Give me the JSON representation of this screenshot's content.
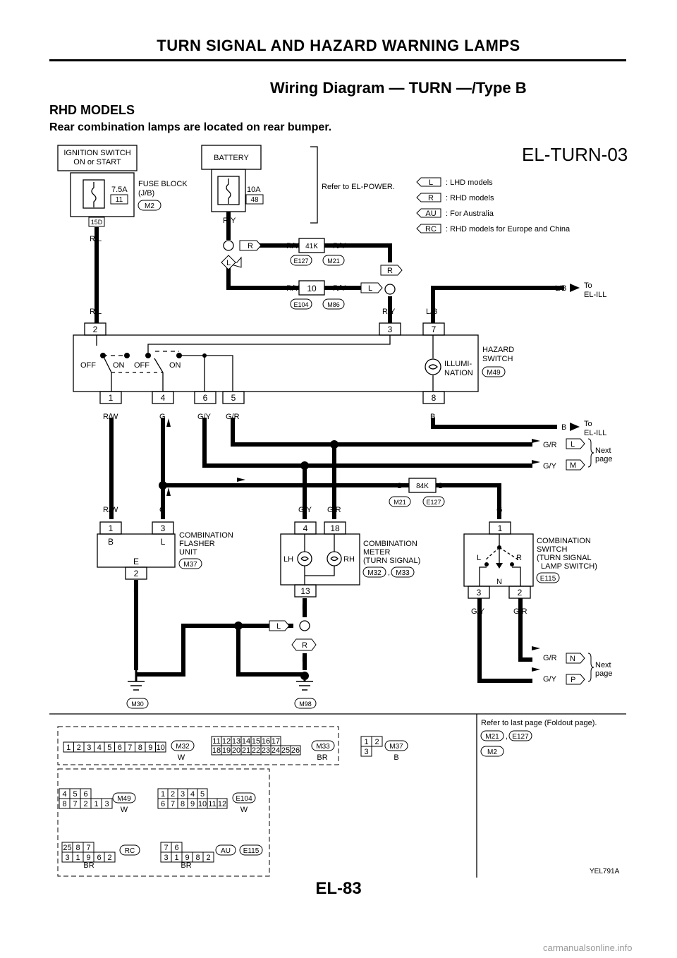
{
  "header": {
    "title": "TURN SIGNAL AND HAZARD WARNING LAMPS",
    "page": "EL-83",
    "watermark": "carmanualsonline.info"
  },
  "diagram": {
    "title": "Wiring Diagram — TURN —/Type B",
    "section": "RHD MODELS",
    "note": "Rear combination lamps are located on rear bumper.",
    "code": "EL-TURN-03",
    "figure_id": "YEL791A",
    "refer_power": "Refer to EL-POWER.",
    "legend": [
      {
        "tag": "L",
        "text": ": LHD models"
      },
      {
        "tag": "R",
        "text": ": RHD models"
      },
      {
        "tag": "AU",
        "text": ": For Australia"
      },
      {
        "tag": "RC",
        "text": ": RHD models for Europe and China"
      }
    ],
    "ignition": {
      "line1": "IGNITION SWITCH",
      "line2": "ON or START"
    },
    "battery": "BATTERY",
    "fuse1": {
      "amp": "7.5A",
      "no": "11",
      "conn": "15D"
    },
    "fuse2": {
      "amp": "10A",
      "no": "48"
    },
    "fuse_block": {
      "line1": "FUSE BLOCK",
      "line2": "(J/B)",
      "conn": "M2"
    },
    "hazard": {
      "line1": "HAZARD",
      "line2": "SWITCH",
      "conn": "M49",
      "illum1": "ILLUMI-",
      "illum2": "NATION",
      "sw": [
        "OFF",
        "ON",
        "OFF",
        "ON"
      ],
      "pins_top": [
        "2",
        "3",
        "7"
      ],
      "pins_bottom": [
        "1",
        "4",
        "6",
        "5",
        "8"
      ]
    },
    "wires": {
      "RL": "R/L",
      "RY": "R/Y",
      "LB": "L/B",
      "RW": "R/W",
      "G": "G",
      "GY": "G/Y",
      "GR": "G/R",
      "B": "B"
    },
    "tags": {
      "R": "R",
      "L": "L",
      "N": "N",
      "M": "M",
      "P": "P"
    },
    "connectors": {
      "k41": "41K",
      "k10": "10",
      "k84": "84K",
      "E127": "E127",
      "M21": "M21",
      "E104": "E104",
      "M86": "M86",
      "M30": "M30",
      "M98": "M98"
    },
    "to_ill": {
      "to": "To",
      "dest": "EL-ILL"
    },
    "next": {
      "line1": "Next",
      "line2": "page"
    },
    "flasher": {
      "line1": "COMBINATION",
      "line2": "FLASHER",
      "line3": "UNIT",
      "conn": "M37",
      "pins": [
        "1",
        "3",
        "2"
      ],
      "B": "B",
      "L": "L",
      "E": "E"
    },
    "meter": {
      "line1": "COMBINATION",
      "line2": "METER",
      "line3": "(TURN SIGNAL)",
      "conn1": "M32",
      "conn2": "M33",
      "pins": [
        "4",
        "18",
        "13"
      ],
      "LH": "LH",
      "RH": "RH"
    },
    "comb_switch": {
      "line1": "COMBINATION",
      "line2": "SWITCH",
      "line3": "(TURN SIGNAL",
      "line4": "LAMP SWITCH)",
      "conn": "E115",
      "pins": [
        "1",
        "3",
        "2"
      ],
      "L": "L",
      "R": "R",
      "N": "N"
    },
    "foldout": {
      "text": "Refer to last page (Foldout page).",
      "c1": "M21",
      "c2": "E127",
      "c3": "M2",
      "comma": ","
    },
    "conn_views": {
      "m32": {
        "pins": [
          "1",
          "2",
          "3",
          "4",
          "5",
          "6",
          "7",
          "8",
          "9",
          "10"
        ],
        "tag": "M32",
        "color": "W"
      },
      "m33": {
        "top": [
          "11",
          "12",
          "13",
          "14",
          "15",
          "16",
          "17"
        ],
        "bot": [
          "18",
          "19",
          "20",
          "21",
          "22",
          "23",
          "24",
          "25",
          "26"
        ],
        "tag": "M33",
        "color": "BR"
      },
      "m37": {
        "top": [
          "1",
          "2"
        ],
        "bot": [
          "3"
        ],
        "tag": "M37",
        "color": "B"
      },
      "m49": {
        "top": [
          "4",
          "5",
          "6"
        ],
        "bot": [
          "8",
          "7",
          "2",
          "1",
          "3"
        ],
        "tag": "M49",
        "color": "W"
      },
      "e104": {
        "top": [
          "1",
          "2",
          "3",
          "4",
          "5"
        ],
        "bot": [
          "6",
          "7",
          "8",
          "9",
          "10",
          "11",
          "12"
        ],
        "tag": "E104",
        "color": "W"
      },
      "e115a": {
        "top": [
          "25",
          "8",
          "7"
        ],
        "bot": [
          "3",
          "1",
          "9",
          "6",
          "2"
        ],
        "tag": "RC",
        "color": "BR"
      },
      "e115b": {
        "top": [
          "7",
          "6"
        ],
        "bot": [
          "3",
          "1",
          "9",
          "8",
          "2"
        ],
        "tag": "AU",
        "conn": "E115",
        "color": "BR"
      }
    }
  }
}
